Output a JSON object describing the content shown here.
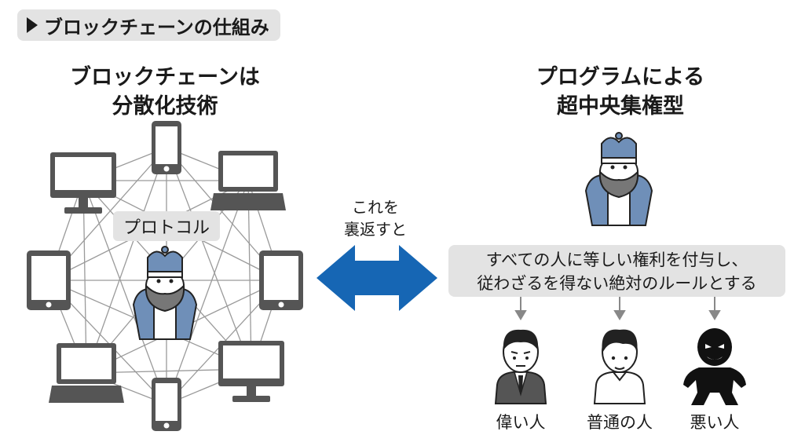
{
  "header": {
    "title": "ブロックチェーンの仕組み"
  },
  "left": {
    "title_line1": "ブロックチェーンは",
    "title_line2": "分散化技術",
    "protocol_label": "プロトコル"
  },
  "arrow": {
    "line1": "これを",
    "line2": "裏返すと"
  },
  "right": {
    "title_line1": "プログラムによる",
    "title_line2": "超中央集権型",
    "rule_line1": "すべての人に等しい権利を付与し、",
    "rule_line2": "従わざるを得ない絶対のルールとする"
  },
  "people": [
    {
      "label": "偉い人",
      "icon": "businessman-icon"
    },
    {
      "label": "普通の人",
      "icon": "ordinary-person-icon"
    },
    {
      "label": "悪い人",
      "icon": "bad-person-icon"
    }
  ],
  "colors": {
    "arrow": "#1666b4",
    "device": "#555555",
    "crown": "#6f8fb8",
    "label_bg": "#e3e3e3"
  }
}
